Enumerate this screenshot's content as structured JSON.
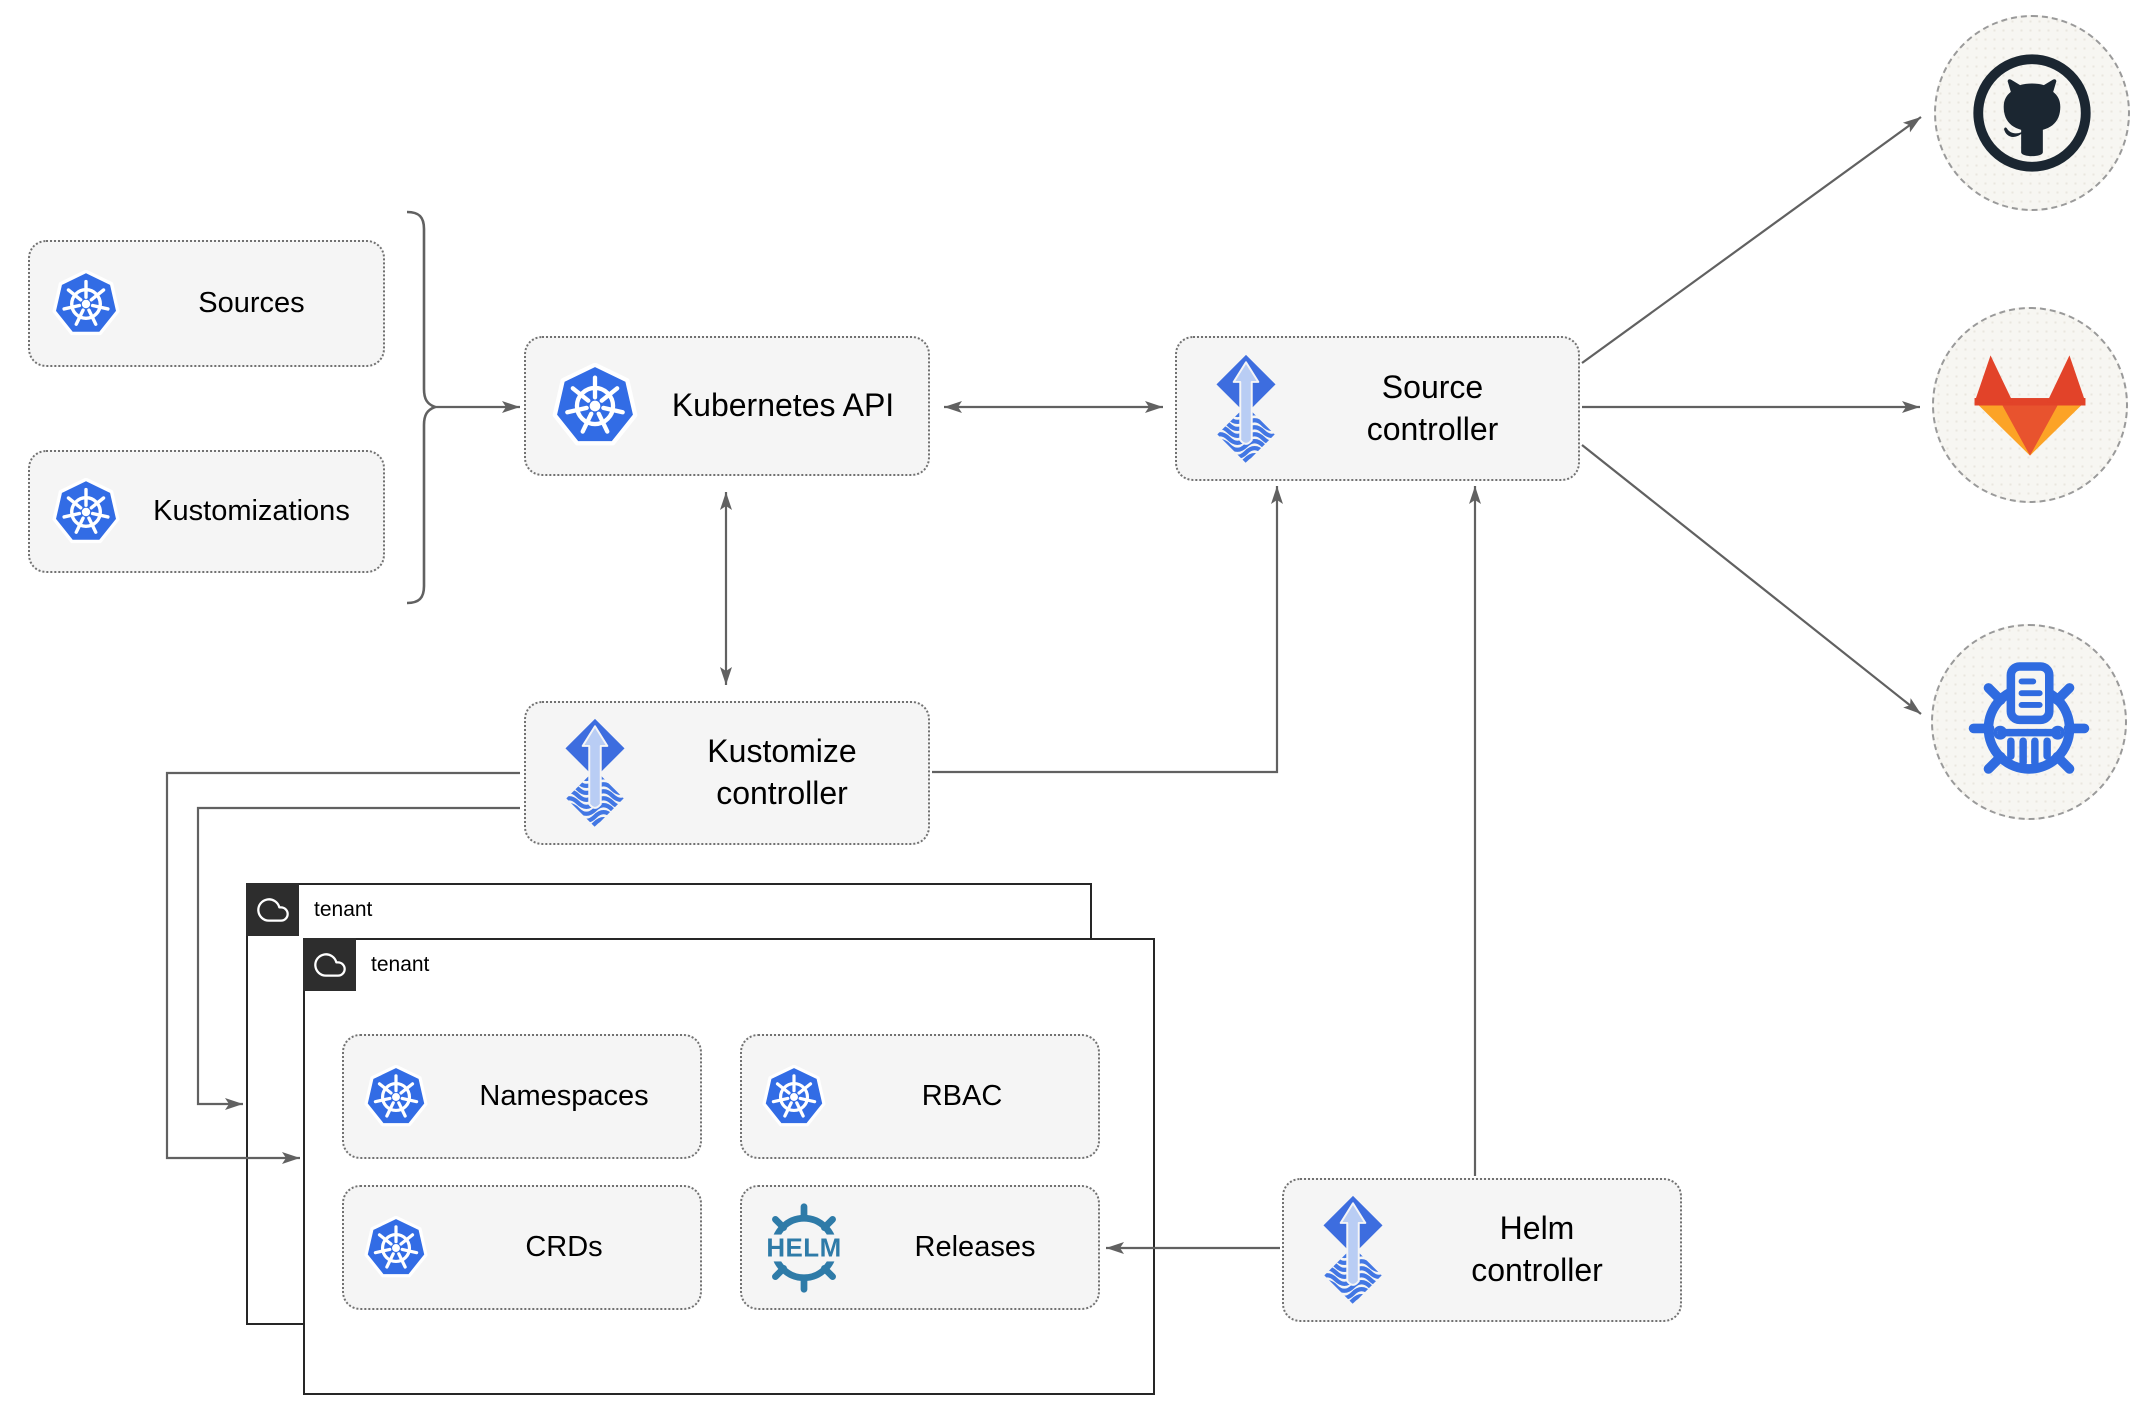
{
  "nodes": {
    "sources": {
      "label": "Sources",
      "icon": "kubernetes-icon"
    },
    "kustomizations": {
      "label": "Kustomizations",
      "icon": "kubernetes-icon"
    },
    "kubernetes_api": {
      "label": "Kubernetes API",
      "icon": "kubernetes-icon"
    },
    "source_controller": {
      "label": "Source controller",
      "icon": "flux-icon"
    },
    "kustomize_controller": {
      "label": "Kustomize controller",
      "icon": "flux-icon"
    },
    "helm_controller": {
      "label": "Helm controller",
      "icon": "flux-icon"
    },
    "namespaces": {
      "label": "Namespaces",
      "icon": "kubernetes-icon"
    },
    "rbac": {
      "label": "RBAC",
      "icon": "kubernetes-icon"
    },
    "crds": {
      "label": "CRDs",
      "icon": "kubernetes-icon"
    },
    "releases": {
      "label": "Releases",
      "icon": "helm-icon"
    },
    "helm_wordmark": "HELM"
  },
  "groups": {
    "tenant_back": {
      "label": "tenant",
      "icon": "cloud-icon"
    },
    "tenant_front": {
      "label": "tenant",
      "icon": "cloud-icon"
    }
  },
  "endpoints": {
    "github": {
      "icon": "github-icon"
    },
    "gitlab": {
      "icon": "gitlab-icon"
    },
    "helm_repository": {
      "icon": "helm-repository-icon"
    }
  },
  "edges": [
    {
      "from": "sources_and_kustomizations_brace",
      "to": "kubernetes_api",
      "style": "arrow"
    },
    {
      "from": "kubernetes_api",
      "to": "source_controller",
      "style": "bidirectional"
    },
    {
      "from": "kubernetes_api",
      "to": "kustomize_controller",
      "style": "bidirectional"
    },
    {
      "from": "kustomize_controller",
      "to": "source_controller",
      "style": "arrow"
    },
    {
      "from": "kustomize_controller",
      "to": "tenant_back",
      "style": "arrow"
    },
    {
      "from": "kustomize_controller",
      "to": "tenant_front",
      "style": "arrow"
    },
    {
      "from": "helm_controller",
      "to": "source_controller",
      "style": "arrow"
    },
    {
      "from": "helm_controller",
      "to": "releases",
      "style": "arrow"
    },
    {
      "from": "source_controller",
      "to": "github",
      "style": "arrow"
    },
    {
      "from": "source_controller",
      "to": "gitlab",
      "style": "arrow"
    },
    {
      "from": "source_controller",
      "to": "helm_repository",
      "style": "arrow"
    }
  ],
  "colors": {
    "kubernetes_blue": "#326CE5",
    "flux_blue": "#3D6DDF",
    "flux_arrow_light": "#B9CDF4",
    "flux_wave_blue": "#4277E4",
    "helm_teal": "#2E7BA8",
    "github_dark": "#1B2631",
    "gitlab_red": "#E24329",
    "gitlab_orange": "#FC6D26",
    "gitlab_amber": "#FCA326",
    "helm_repo_blue": "#2F6BE0",
    "edge_gray": "#616161",
    "node_fill": "#F5F5F5",
    "tenant_tab_dark": "#2D2D2D"
  }
}
